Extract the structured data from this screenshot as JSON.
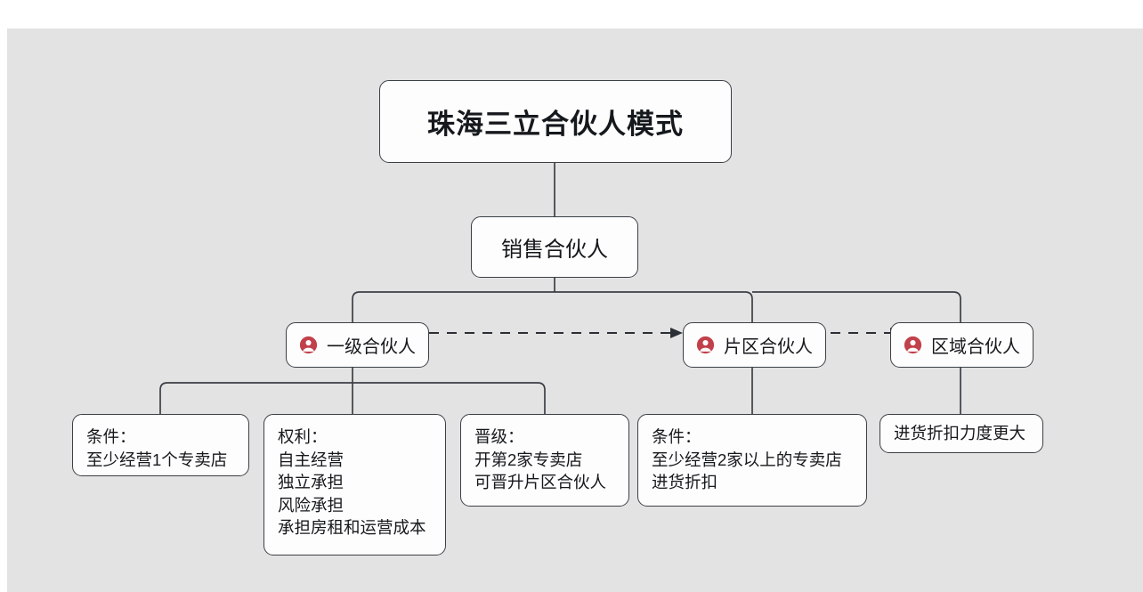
{
  "canvas": {
    "background_color": "#e3e3e3",
    "page_background_color": "#ffffff",
    "node_fill_color": "#fdfdfd",
    "node_border_color": "#3b3f46",
    "connector_color": "#3b3f46",
    "icon_color": "#c1404a"
  },
  "root": {
    "title": "珠海三立合伙人模式"
  },
  "level2": {
    "title": "销售合伙人"
  },
  "partners": [
    {
      "icon": "person-circle-icon",
      "label": "一级合伙人"
    },
    {
      "icon": "person-circle-icon",
      "label": "片区合伙人"
    },
    {
      "icon": "person-circle-icon",
      "label": "区域合伙人"
    }
  ],
  "details": [
    {
      "name": "primary-partner-conditions",
      "lines": [
        "条件：",
        "至少经营1个专卖店"
      ]
    },
    {
      "name": "primary-partner-rights",
      "lines": [
        "权利：",
        "自主经营",
        "独立承担",
        "风险承担",
        "承担房租和运营成本"
      ]
    },
    {
      "name": "primary-partner-promotion",
      "lines": [
        "晋级：",
        "开第2家专卖店",
        "可晋升片区合伙人"
      ]
    },
    {
      "name": "district-partner-conditions",
      "lines": [
        "条件：",
        "至少经营2家以上的专卖店",
        "进货折扣"
      ]
    },
    {
      "name": "regional-partner-benefit",
      "lines": [
        "进货折扣力度更大"
      ]
    }
  ],
  "arrows": [
    {
      "name": "promotion-arrow-primary-to-district",
      "style": "dashed",
      "direction": "right"
    },
    {
      "name": "promotion-arrow-district-to-regional",
      "style": "dashed",
      "direction": "right"
    }
  ]
}
